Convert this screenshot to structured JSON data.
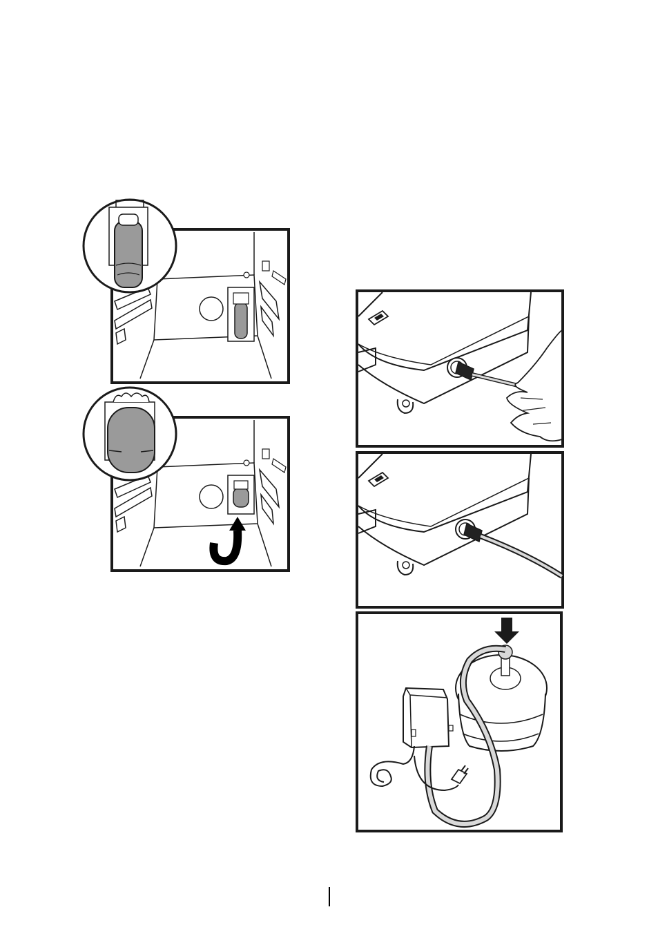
{
  "page": {
    "background": "#ffffff",
    "stroke_color": "#1a1a1a",
    "filter_fill": "#9a9a9a",
    "hose_fill": "#d9d9d9"
  },
  "figures": [
    {
      "id": "filter-inserted",
      "icon": "fridge-filter-inserted-illustration"
    },
    {
      "id": "filter-rotated",
      "icon": "fridge-filter-rotate-illustration"
    },
    {
      "id": "pump-hose-inserting",
      "icon": "pump-hose-insert-illustration"
    },
    {
      "id": "pump-hose-connected",
      "icon": "pump-hose-connected-illustration"
    },
    {
      "id": "pump-bottle-setup",
      "icon": "water-bottle-pump-illustration"
    }
  ]
}
